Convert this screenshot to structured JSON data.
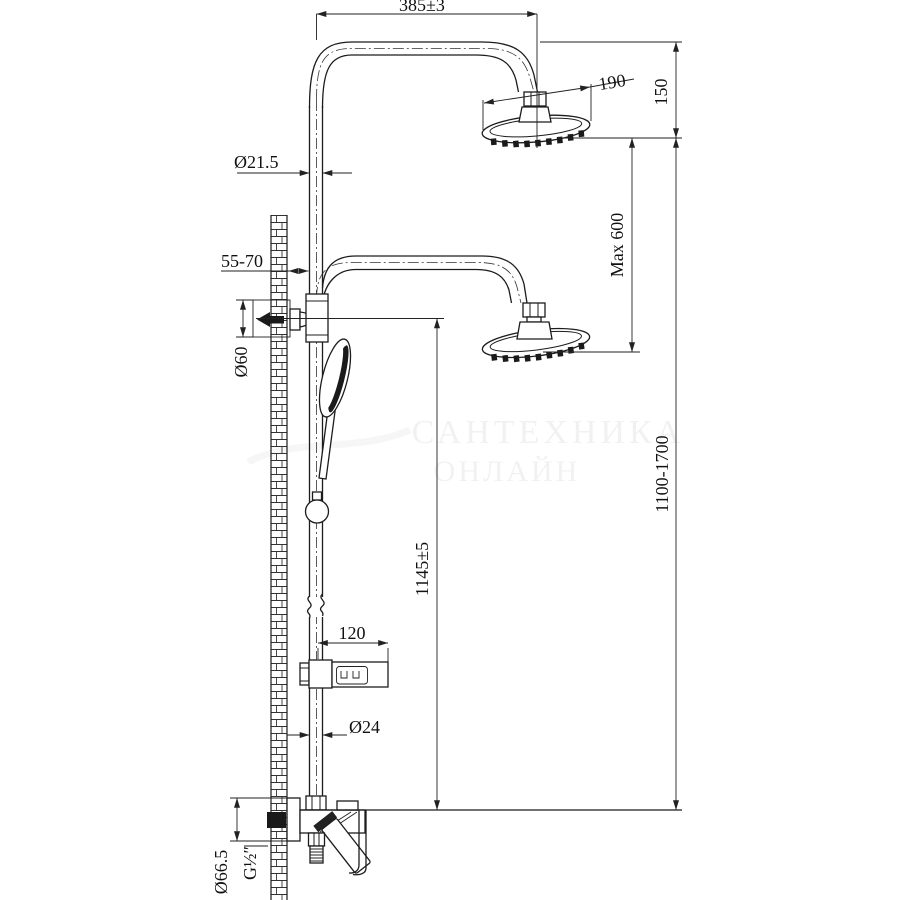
{
  "drawing": {
    "title": "shower-column-installation-diagram",
    "background": "#ffffff",
    "line_color": "#1c1c1c",
    "dimensions": {
      "top_arm_width": "385±3",
      "overhead_head_diameter": "190",
      "overhead_drop": "150",
      "upper_pipe_diameter": "Ø21.5",
      "lower_head_max_drop": "Max 600",
      "wall_offset": "55-70",
      "bracket_flange_diameter": "Ø60",
      "rail_height": "1145±5",
      "overall_height_range": "1100-1700",
      "soap_dish_width": "120",
      "lower_pipe_diameter": "Ø24",
      "escutcheon_diameter": "Ø66.5",
      "thread_size": "G½″"
    },
    "watermark": {
      "line1": "САНТЕХНИКА",
      "line2": "ОНЛАЙН"
    }
  }
}
